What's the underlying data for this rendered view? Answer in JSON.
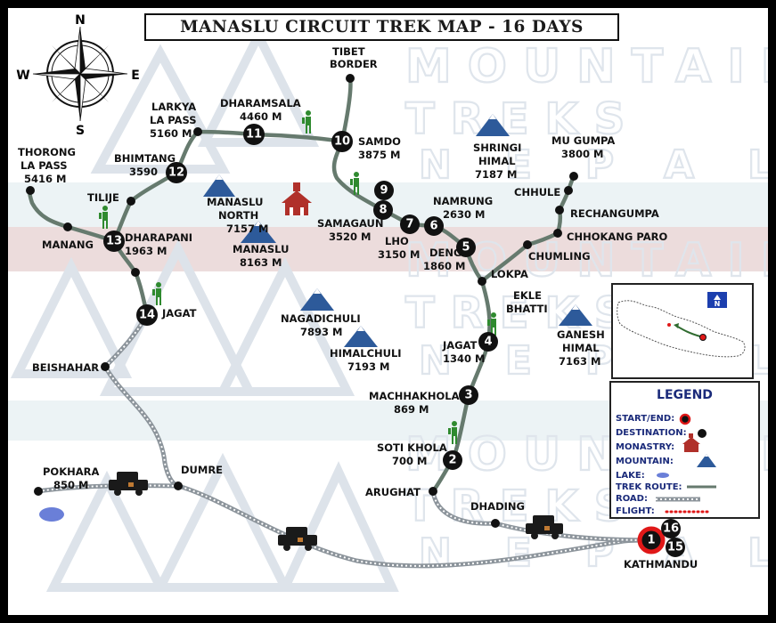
{
  "title": "MANASLU CIRCUIT TREK MAP - 16 DAYS",
  "compass": {
    "n": "N",
    "s": "S",
    "e": "E",
    "w": "W"
  },
  "watermark": {
    "line1": "MOUNTAIN",
    "line2": "TREKS",
    "line3": "NEPAL"
  },
  "places": {
    "tibet_border": [
      "TIBET",
      "BORDER"
    ],
    "dharamsala": [
      "DHARAMSALA",
      "4460 M"
    ],
    "larkya": [
      "LARKYA",
      "LA PASS",
      "5160 M"
    ],
    "samdo": [
      "SAMDO",
      "3875 M"
    ],
    "thorong": [
      "THORONG",
      "LA PASS",
      "5416 M"
    ],
    "bhimtang": [
      "BHIMTANG",
      "3590"
    ],
    "shringi": [
      "SHRINGI",
      "HIMAL",
      "7187 M"
    ],
    "mu_gumpa": [
      "MU GUMPA",
      "3800 M"
    ],
    "chhule": "CHHULE",
    "rechangumpa": "RECHANGUMPA",
    "chhokang": "CHHOKANG PARO",
    "chumling": "CHUMLING",
    "tilije": "TILIJE",
    "manaslu_north": [
      "MANASLU",
      "NORTH",
      "7157 M"
    ],
    "namrung": [
      "NAMRUNG",
      "2630 M"
    ],
    "samagaun": [
      "SAMAGAUN",
      "3520 M"
    ],
    "lho": [
      "LHO",
      "3150 M"
    ],
    "deng": [
      "DENG",
      "1860 M"
    ],
    "manang": "MANANG",
    "dharapani": [
      "DHARAPANI",
      "1963 M"
    ],
    "manaslu": [
      "MANASLU",
      "8163 M"
    ],
    "lokpa": "LOKPA",
    "ekle_bhatti": [
      "EKLE",
      "BHATTI"
    ],
    "jagat_top": "JAGAT",
    "nagadichuli": [
      "NAGADICHULI",
      "7893 M"
    ],
    "ganesh": [
      "GANESH",
      "HIMAL",
      "7163 M"
    ],
    "himalchuli": [
      "HIMALCHULI",
      "7193 M"
    ],
    "jagat": [
      "JAGAT",
      "1340 M"
    ],
    "beishahar": "BEISHAHAR",
    "machhakhola": [
      "MACHHAKHOLA",
      "869 M"
    ],
    "soti_khola": [
      "SOTI KHOLA",
      "700 M"
    ],
    "pokhara": [
      "POKHARA",
      "850 M"
    ],
    "dumre": "DUMRE",
    "arughat": "ARUGHAT",
    "dhading": "DHADING",
    "kathmandu": "KATHMANDU"
  },
  "day_markers": [
    "1",
    "2",
    "3",
    "4",
    "5",
    "6",
    "7",
    "8",
    "9",
    "10",
    "11",
    "12",
    "13",
    "14",
    "15",
    "16"
  ],
  "inset": {
    "north_label": "N"
  },
  "legend": {
    "title": "LEGEND",
    "start_end": "START/END:",
    "destination": "DESTINATION:",
    "monastry": "MONASTRY:",
    "mountain": "MOUNTAIN:",
    "lake": "LAKE:",
    "trek_route": "TREK ROUTE:",
    "road": "ROAD:",
    "flight": "FLIGHT:"
  },
  "colors": {
    "route": "#667a6e",
    "road": "#9aa1a8",
    "mountain": "#2d5a9a",
    "monastery": "#b0302a",
    "start_ring": "#e01818",
    "band": "#e8d9d9",
    "band_light": "#ecf3f5",
    "lake": "#6a7fd8",
    "legend_text": "#1a2a7a"
  }
}
